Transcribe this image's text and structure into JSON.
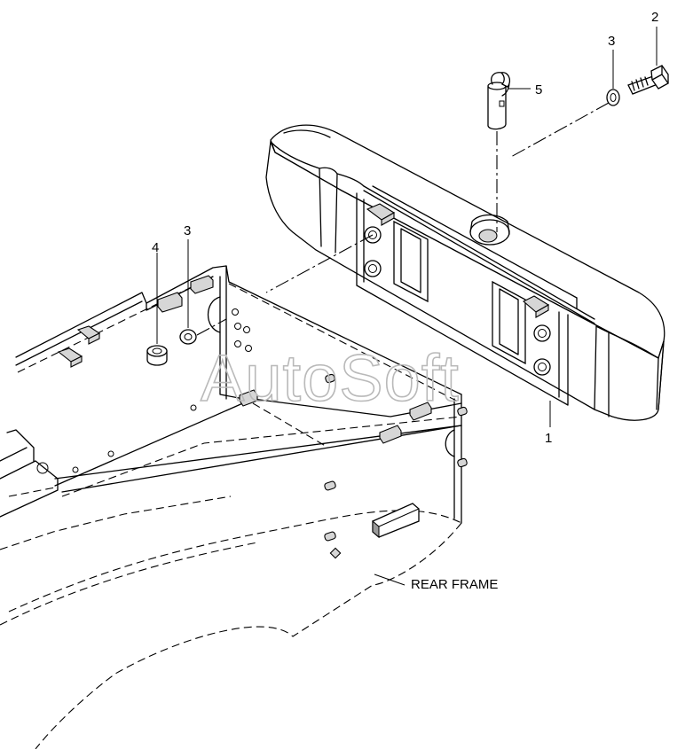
{
  "watermark": "AutoSoft",
  "frame_label": "REAR FRAME",
  "callouts": {
    "c1": "1",
    "c2": "2",
    "c3a": "3",
    "c3b": "3",
    "c4": "4",
    "c5": "5"
  }
}
